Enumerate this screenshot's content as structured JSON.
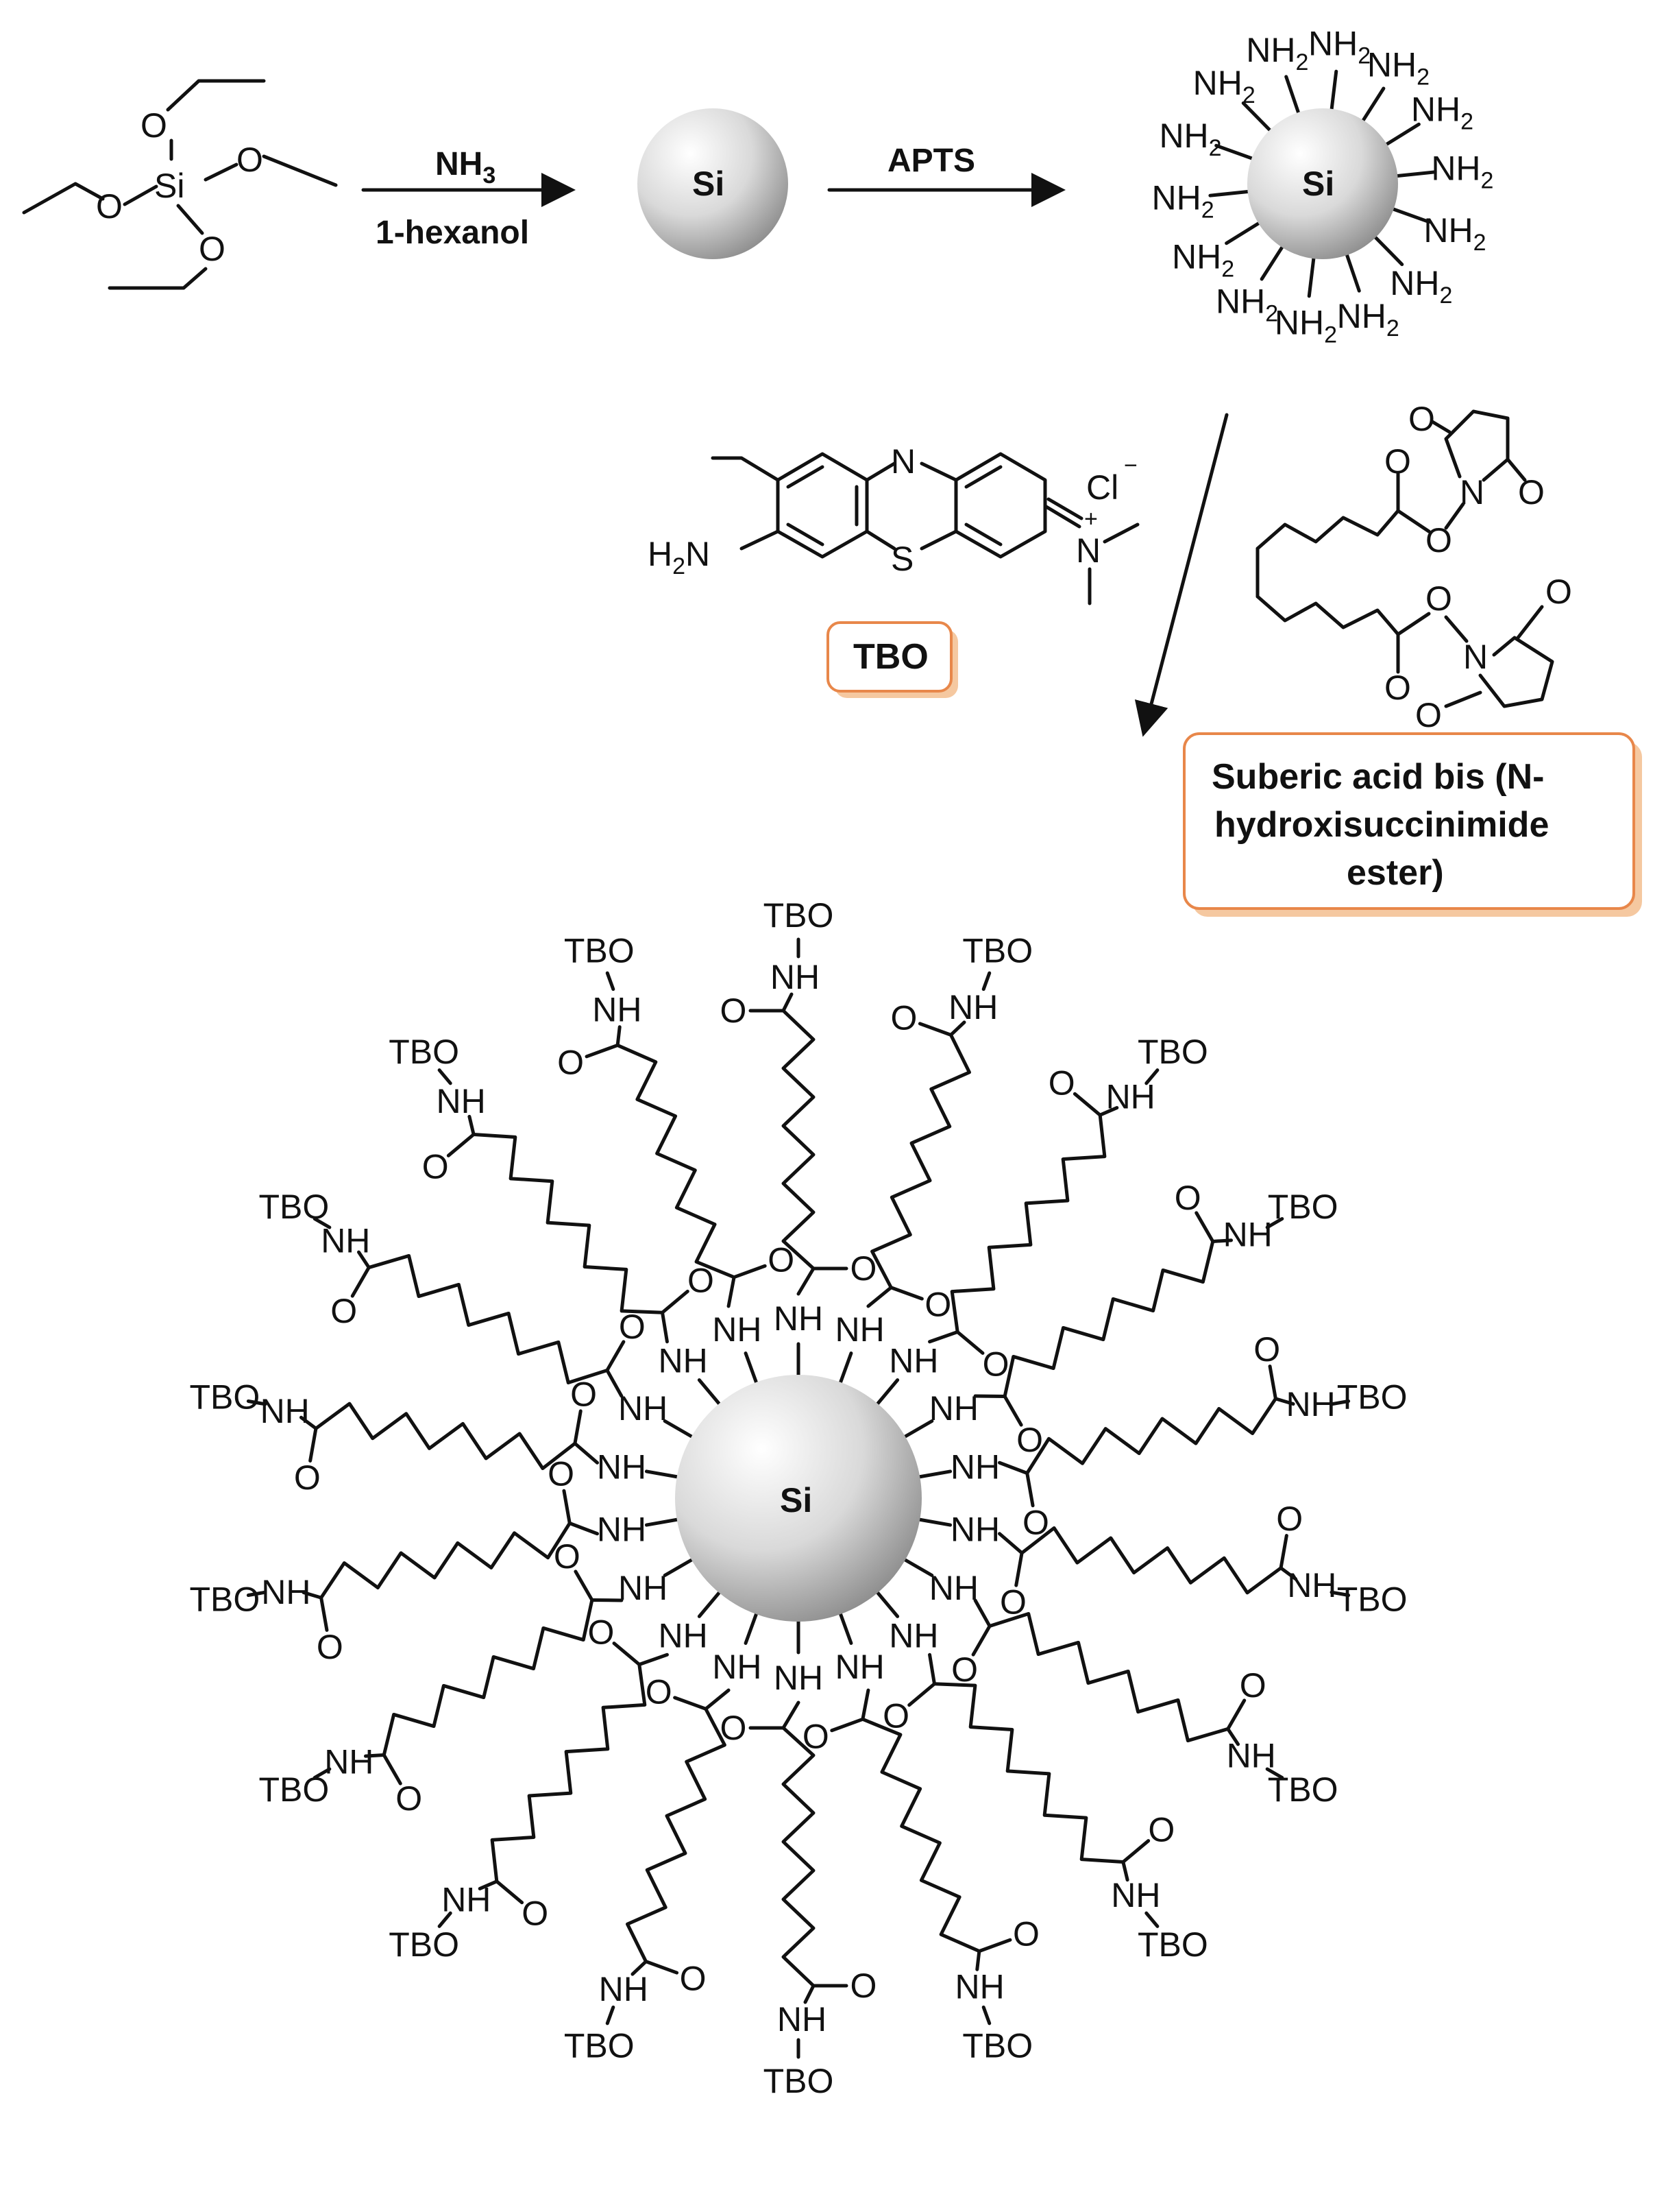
{
  "reagents": {
    "step1_top": "NH",
    "step1_top_sub": "3",
    "step1_bottom": "1-hexanol",
    "step2_top": "APTS"
  },
  "labels": {
    "silica": "Si",
    "oxygen": "O",
    "silicon": "Si",
    "amine_left": "H",
    "amine_left_n": "N",
    "amine_sub": "2",
    "amine_right": "NH",
    "nitrogen": "N",
    "sulfur": "S",
    "chloride": "Cl",
    "minus": "−",
    "plus": "+",
    "nh": "NH",
    "hn": "HN",
    "h": "H",
    "n": "N",
    "tbo": "TBO",
    "dash": "−"
  },
  "boxes": {
    "tbo": "TBO",
    "suberic_line1": "Suberic acid bis (N-",
    "suberic_line2": "hydroxisuccinimide",
    "suberic_line3": "ester)"
  },
  "colors": {
    "box_border": "#e8874a",
    "box_shadow": "#f5c8a0",
    "sphere_light": "#ffffff",
    "sphere_dark": "#9a9a9a"
  },
  "arm_count": 18,
  "amine_count": 14
}
